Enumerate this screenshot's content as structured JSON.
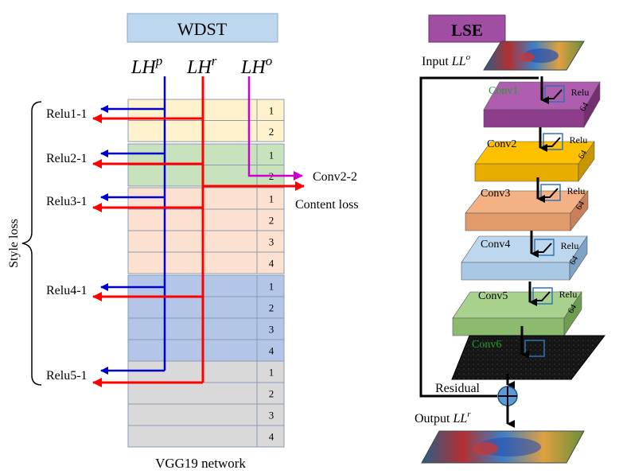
{
  "left": {
    "title": "WDST",
    "lh_labels": {
      "base": "LH",
      "p": "p",
      "r": "r",
      "o": "o"
    },
    "relu_labels": [
      "Relu1-1",
      "Relu2-1",
      "Relu3-1",
      "Relu4-1",
      "Relu5-1"
    ],
    "blocks": [
      {
        "color": "#FFF2CC",
        "rows": [
          "1",
          "2"
        ]
      },
      {
        "color": "#C9E2BE",
        "rows": [
          "1",
          "2"
        ]
      },
      {
        "color": "#FCE0D0",
        "rows": [
          "1",
          "2",
          "3",
          "4"
        ]
      },
      {
        "color": "#B4C6E7",
        "rows": [
          "1",
          "2",
          "3",
          "4"
        ]
      },
      {
        "color": "#D9D9D9",
        "rows": [
          "1",
          "2",
          "3",
          "4"
        ]
      }
    ],
    "conv22_label": "Conv2-2",
    "content_loss_label": "Content loss",
    "style_loss_label": "Style loss",
    "network_label": "VGG19 network"
  },
  "right": {
    "title": "LSE",
    "input_label": {
      "text": "Input ",
      "var": "LL",
      "sup": "o"
    },
    "output_label": {
      "text": "Output ",
      "var": "LL",
      "sup": "r"
    },
    "residual_label": "Residual",
    "layers": [
      {
        "name": "Conv1",
        "top": "#AF5DAE",
        "front": "#8E3D8C",
        "side": "#732F72",
        "name_color": "#22A02A",
        "relu": "Relu",
        "channels": "64"
      },
      {
        "name": "Conv2",
        "top": "#FFC000",
        "front": "#E6AC00",
        "side": "#C99500",
        "name_color": "#000000",
        "relu": "Relu",
        "channels": "64"
      },
      {
        "name": "Conv3",
        "top": "#F4B183",
        "front": "#E29A6A",
        "side": "#C9805A",
        "name_color": "#000000",
        "relu": "Relu",
        "channels": "64"
      },
      {
        "name": "Conv4",
        "top": "#BDD7EE",
        "front": "#A8C8E6",
        "side": "#7FA3C7",
        "name_color": "#000000",
        "relu": "Relu",
        "channels": "64"
      },
      {
        "name": "Conv5",
        "top": "#A9D18E",
        "front": "#8DBB6E",
        "side": "#6E9C51",
        "name_color": "#000000",
        "relu": "Relu",
        "channels": "64"
      },
      {
        "name": "Conv6",
        "top": "#1a1a1a",
        "front": "#111111",
        "side": "#000000",
        "name_color": "#22A02A",
        "relu": "",
        "channels": ""
      }
    ],
    "title_color": "#A04DA3",
    "colors": {
      "arrow": "#000000",
      "plus_fill": "#5B9BD5"
    }
  },
  "colors": {
    "blue": "#0000CC",
    "red": "#FF0000",
    "magenta": "#CC00CC",
    "title_bg": "#BDD7EE"
  }
}
